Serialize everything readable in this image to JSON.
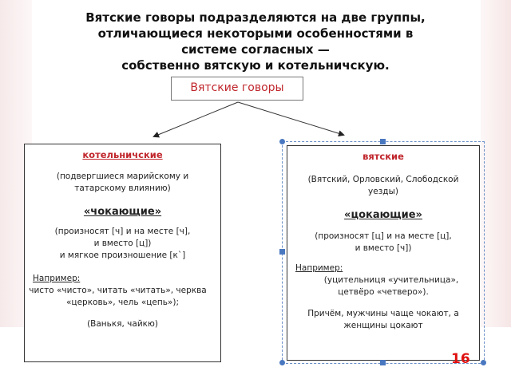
{
  "title": {
    "line1": "Вятские говоры подразделяются на две группы,",
    "line2": "отличающиеся некоторыми особенностями в",
    "line3": "системе согласных —",
    "line4": "собственно вятскую и  котельничскую."
  },
  "top_box": {
    "label": "Вятские говоры"
  },
  "left_box": {
    "heading": "котельничские",
    "sub1": "(подвергшиеся марийскому и",
    "sub2": "татарскому влиянию)",
    "type": "«чокающие»",
    "desc1": "(произносят [ч] и на месте [ч],",
    "desc2": "и вместо [ц])",
    "desc3": "и мягкое произношение [к`]",
    "example_label": "Например:",
    "example1": "чисто «чисто», читать «читать», черква",
    "example2": "«церковь», чель «цепь»);",
    "example3": "(Ванькя, чайкю)"
  },
  "right_box": {
    "heading": "вятские",
    "sub1": "(Вятский, Орловский, Слободской",
    "sub2": "уезды)",
    "type": "«цокающие»",
    "desc1": "(произносят [ц] и на месте [ц],",
    "desc2": "и вместо [ч])",
    "example_label": "Например:",
    "example1": "(уцительниця «учительница»,",
    "example2": "цетвёро «четверо»).",
    "note1": "Причём, мужчины чаще чокают, а",
    "note2": "женщины цокают"
  },
  "slide_number": "16",
  "colors": {
    "accent_red": "#c0262c",
    "selection": "#4a78c0"
  }
}
